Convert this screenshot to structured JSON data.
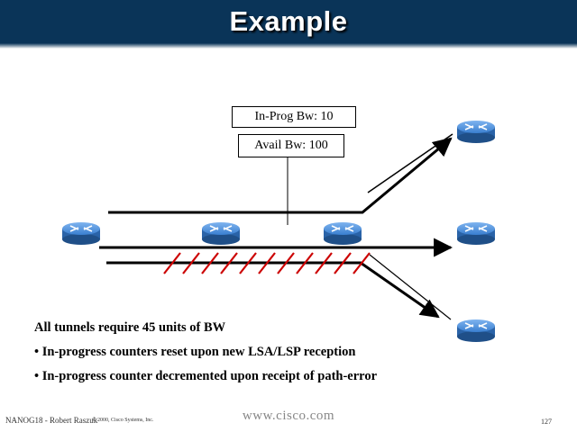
{
  "slide": {
    "title": "Example",
    "in_prog_label": "In-Prog Bw: 10",
    "avail_label": "Avail Bw: 100",
    "bullets": [
      "All tunnels require 45 units of BW",
      "• In-progress counters reset upon new LSA/LSP reception",
      "• In-progress counter decremented upon receipt of path-error"
    ]
  },
  "footer": {
    "author": "NANOG18 - Robert Raszuk",
    "copyright": "© 2000, Cisco Systems, Inc.",
    "url": "www.cisco.com",
    "page": "127"
  },
  "colors": {
    "header_bg": "#0a3458",
    "router_blue": "#3a7fd0",
    "hatch_red": "#cc0000"
  },
  "icons": [
    "router-icon"
  ]
}
